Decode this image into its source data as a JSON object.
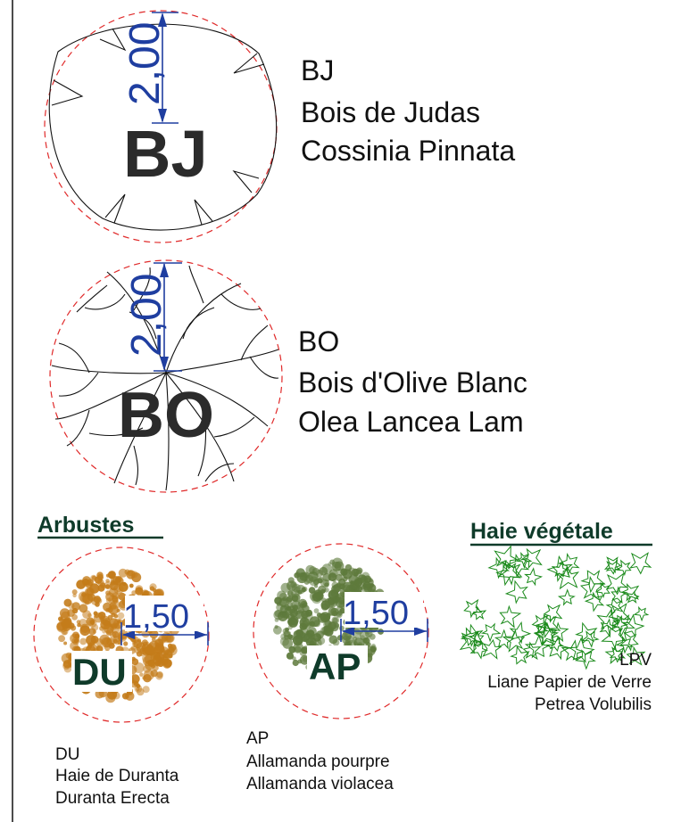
{
  "trees": [
    {
      "code": "BJ",
      "dimension": "2,00",
      "legend": [
        "BJ",
        "Bois de Judas",
        "Cossinia Pinnata"
      ]
    },
    {
      "code": "BO",
      "dimension": "2,00",
      "legend": [
        "BO",
        "Bois d'Olive Blanc",
        "Olea Lancea Lam"
      ]
    }
  ],
  "sections": {
    "shrubs_heading": "Arbustes",
    "hedge_heading": "Haie végétale"
  },
  "shrubs": [
    {
      "code": "DU",
      "dimension": "1,50",
      "legend": [
        "DU",
        "Haie de Duranta",
        "Duranta Erecta"
      ],
      "foliage_color": "#c47c1a"
    },
    {
      "code": "AP",
      "dimension": "1,50",
      "legend": [
        "AP",
        "Allamanda pourpre",
        "Allamanda violacea"
      ],
      "foliage_color": "#5e7a3c"
    }
  ],
  "hedge": {
    "code": "LPV",
    "legend": [
      "LPV",
      "Liane Papier de Verre",
      "Petrea Volubilis"
    ]
  },
  "colors": {
    "dimension": "#1f3ea0",
    "dashed_outline": "#e02a2a",
    "hedge_leaf": "#1a8a1a"
  }
}
